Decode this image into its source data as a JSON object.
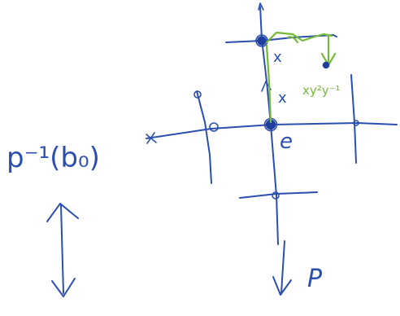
{
  "diagram": {
    "left_label": "p⁻¹(b₀)",
    "vertex_label": "e",
    "projection_label": "P",
    "x_mark": "x",
    "green_label": "xy²y⁻¹",
    "colors": {
      "ink": "#2b4fb0",
      "ink_dark": "#1f3e9e",
      "green": "#76b83a",
      "background": "#ffffff"
    }
  }
}
